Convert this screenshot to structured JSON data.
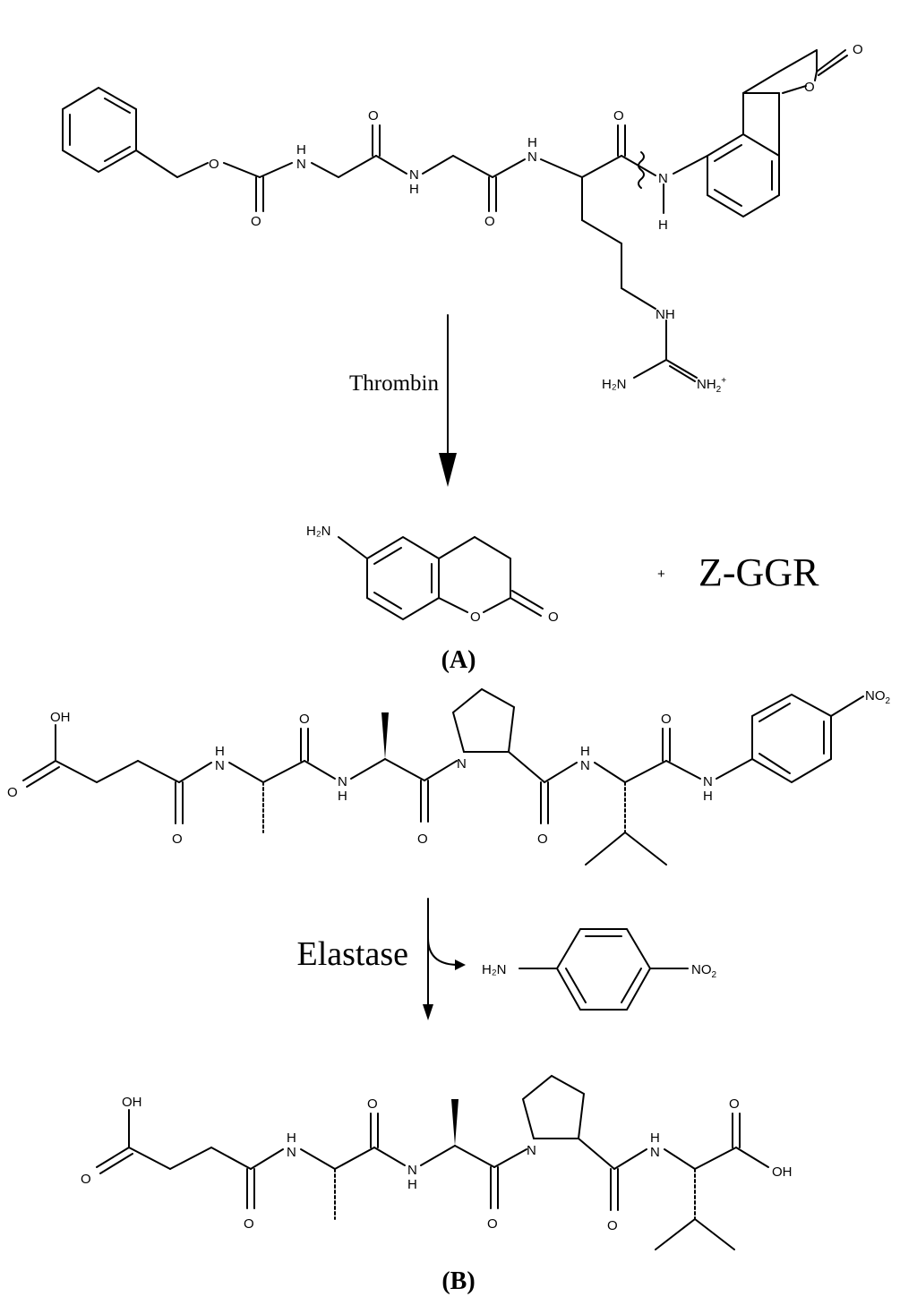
{
  "panel_a": {
    "label": "(A)",
    "enzyme": "Thrombin",
    "plus": "+",
    "product_fragment": "Z-GGR",
    "atoms": {
      "O": "O",
      "N": "N",
      "H": "H",
      "NH": "NH",
      "H2N": "H₂N",
      "NH2": "NH",
      "NH2_sub": "2",
      "NH2_sup": "+"
    }
  },
  "panel_b": {
    "label": "(B)",
    "enzyme": "Elastase",
    "atoms": {
      "O": "O",
      "OH": "OH",
      "N": "N",
      "H": "H",
      "H2N": "H₂N",
      "NO2": "NO",
      "NO2_sub": "2"
    }
  }
}
